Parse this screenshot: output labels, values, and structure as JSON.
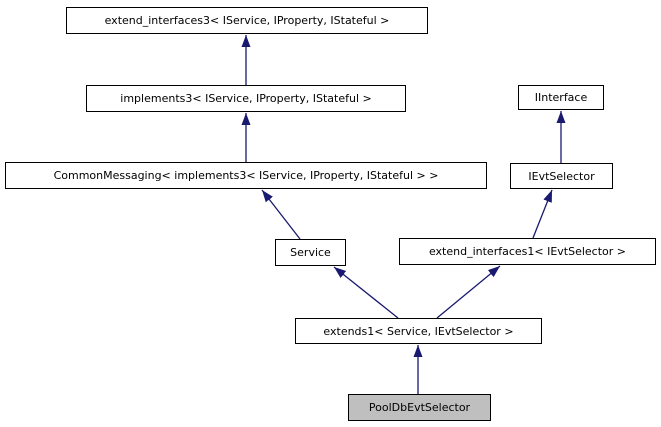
{
  "diagram": {
    "type": "class-inheritance-graph",
    "current_class": "PoolDbEvtSelector",
    "colors": {
      "arrow": "#191970",
      "node_border": "#000000",
      "node_fill": "#ffffff",
      "current_node_fill": "#bfbfbf",
      "background": "#ffffff",
      "text": "#000000"
    },
    "nodes": [
      {
        "id": "extend_interfaces3",
        "label": "extend_interfaces3< IService, IProperty, IStateful >",
        "current": false
      },
      {
        "id": "implements3",
        "label": "implements3< IService, IProperty, IStateful >",
        "current": false
      },
      {
        "id": "CommonMessaging",
        "label": "CommonMessaging< implements3< IService, IProperty, IStateful > >",
        "current": false
      },
      {
        "id": "IInterface",
        "label": "IInterface",
        "current": false
      },
      {
        "id": "IEvtSelector",
        "label": "IEvtSelector",
        "current": false
      },
      {
        "id": "Service",
        "label": "Service",
        "current": false
      },
      {
        "id": "extend_interfaces1",
        "label": "extend_interfaces1< IEvtSelector >",
        "current": false
      },
      {
        "id": "extends1",
        "label": "extends1< Service, IEvtSelector >",
        "current": false
      },
      {
        "id": "PoolDbEvtSelector",
        "label": "PoolDbEvtSelector",
        "current": true
      }
    ],
    "edges": [
      {
        "from": "implements3",
        "to": "extend_interfaces3"
      },
      {
        "from": "CommonMessaging",
        "to": "implements3"
      },
      {
        "from": "Service",
        "to": "CommonMessaging"
      },
      {
        "from": "IEvtSelector",
        "to": "IInterface"
      },
      {
        "from": "extend_interfaces1",
        "to": "IEvtSelector"
      },
      {
        "from": "extends1",
        "to": "Service"
      },
      {
        "from": "extends1",
        "to": "extend_interfaces1"
      },
      {
        "from": "PoolDbEvtSelector",
        "to": "extends1"
      }
    ]
  }
}
